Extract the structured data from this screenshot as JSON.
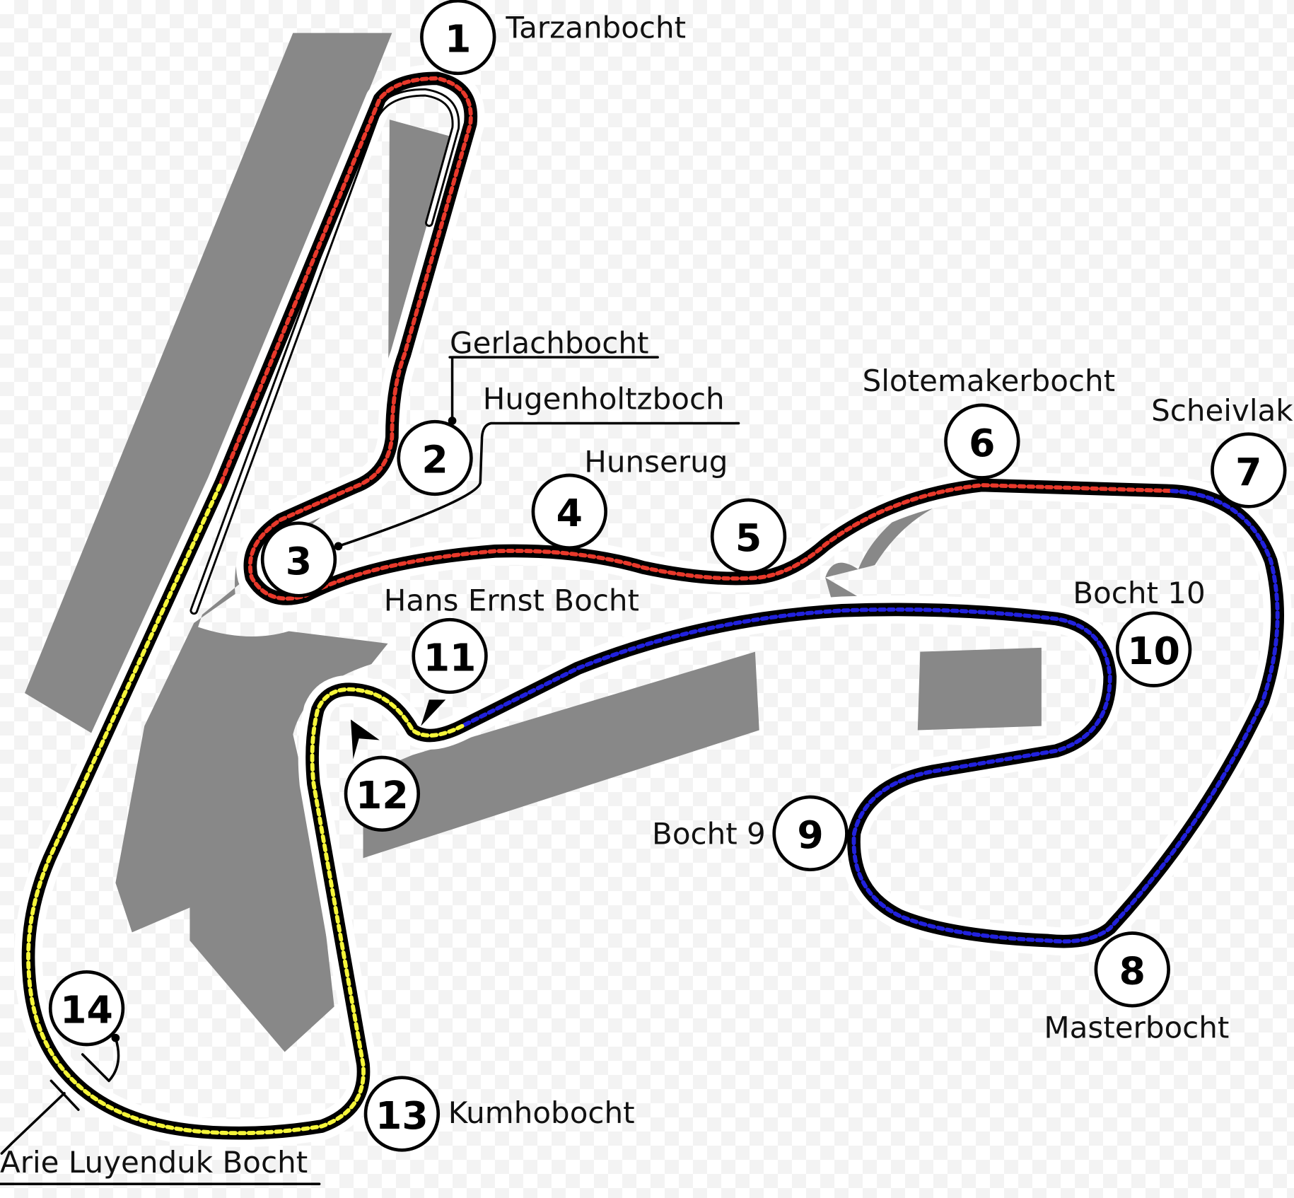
{
  "colors": {
    "infield": "#888888",
    "track": "#000000",
    "sector1": "#e8392b",
    "sector2": "#2222dd",
    "sector3": "#f5f53a",
    "outline": "#ffffff"
  },
  "turns": [
    {
      "number": "1",
      "name": "Tarzanbocht"
    },
    {
      "number": "2",
      "name": "Gerlachbocht"
    },
    {
      "number": "3",
      "name": "Hugenholtzboch"
    },
    {
      "number": "4",
      "name": "Hunserug"
    },
    {
      "number": "5",
      "name": ""
    },
    {
      "number": "6",
      "name": "Slotemakerbocht"
    },
    {
      "number": "7",
      "name": "Scheivlak"
    },
    {
      "number": "8",
      "name": "Masterbocht"
    },
    {
      "number": "9",
      "name": "Bocht 9"
    },
    {
      "number": "10",
      "name": "Bocht 10"
    },
    {
      "number": "11",
      "name": "Hans Ernst Bocht"
    },
    {
      "number": "12",
      "name": ""
    },
    {
      "number": "13",
      "name": "Kumhobocht"
    },
    {
      "number": "14",
      "name": "Arie Luyenduk Bocht"
    }
  ]
}
